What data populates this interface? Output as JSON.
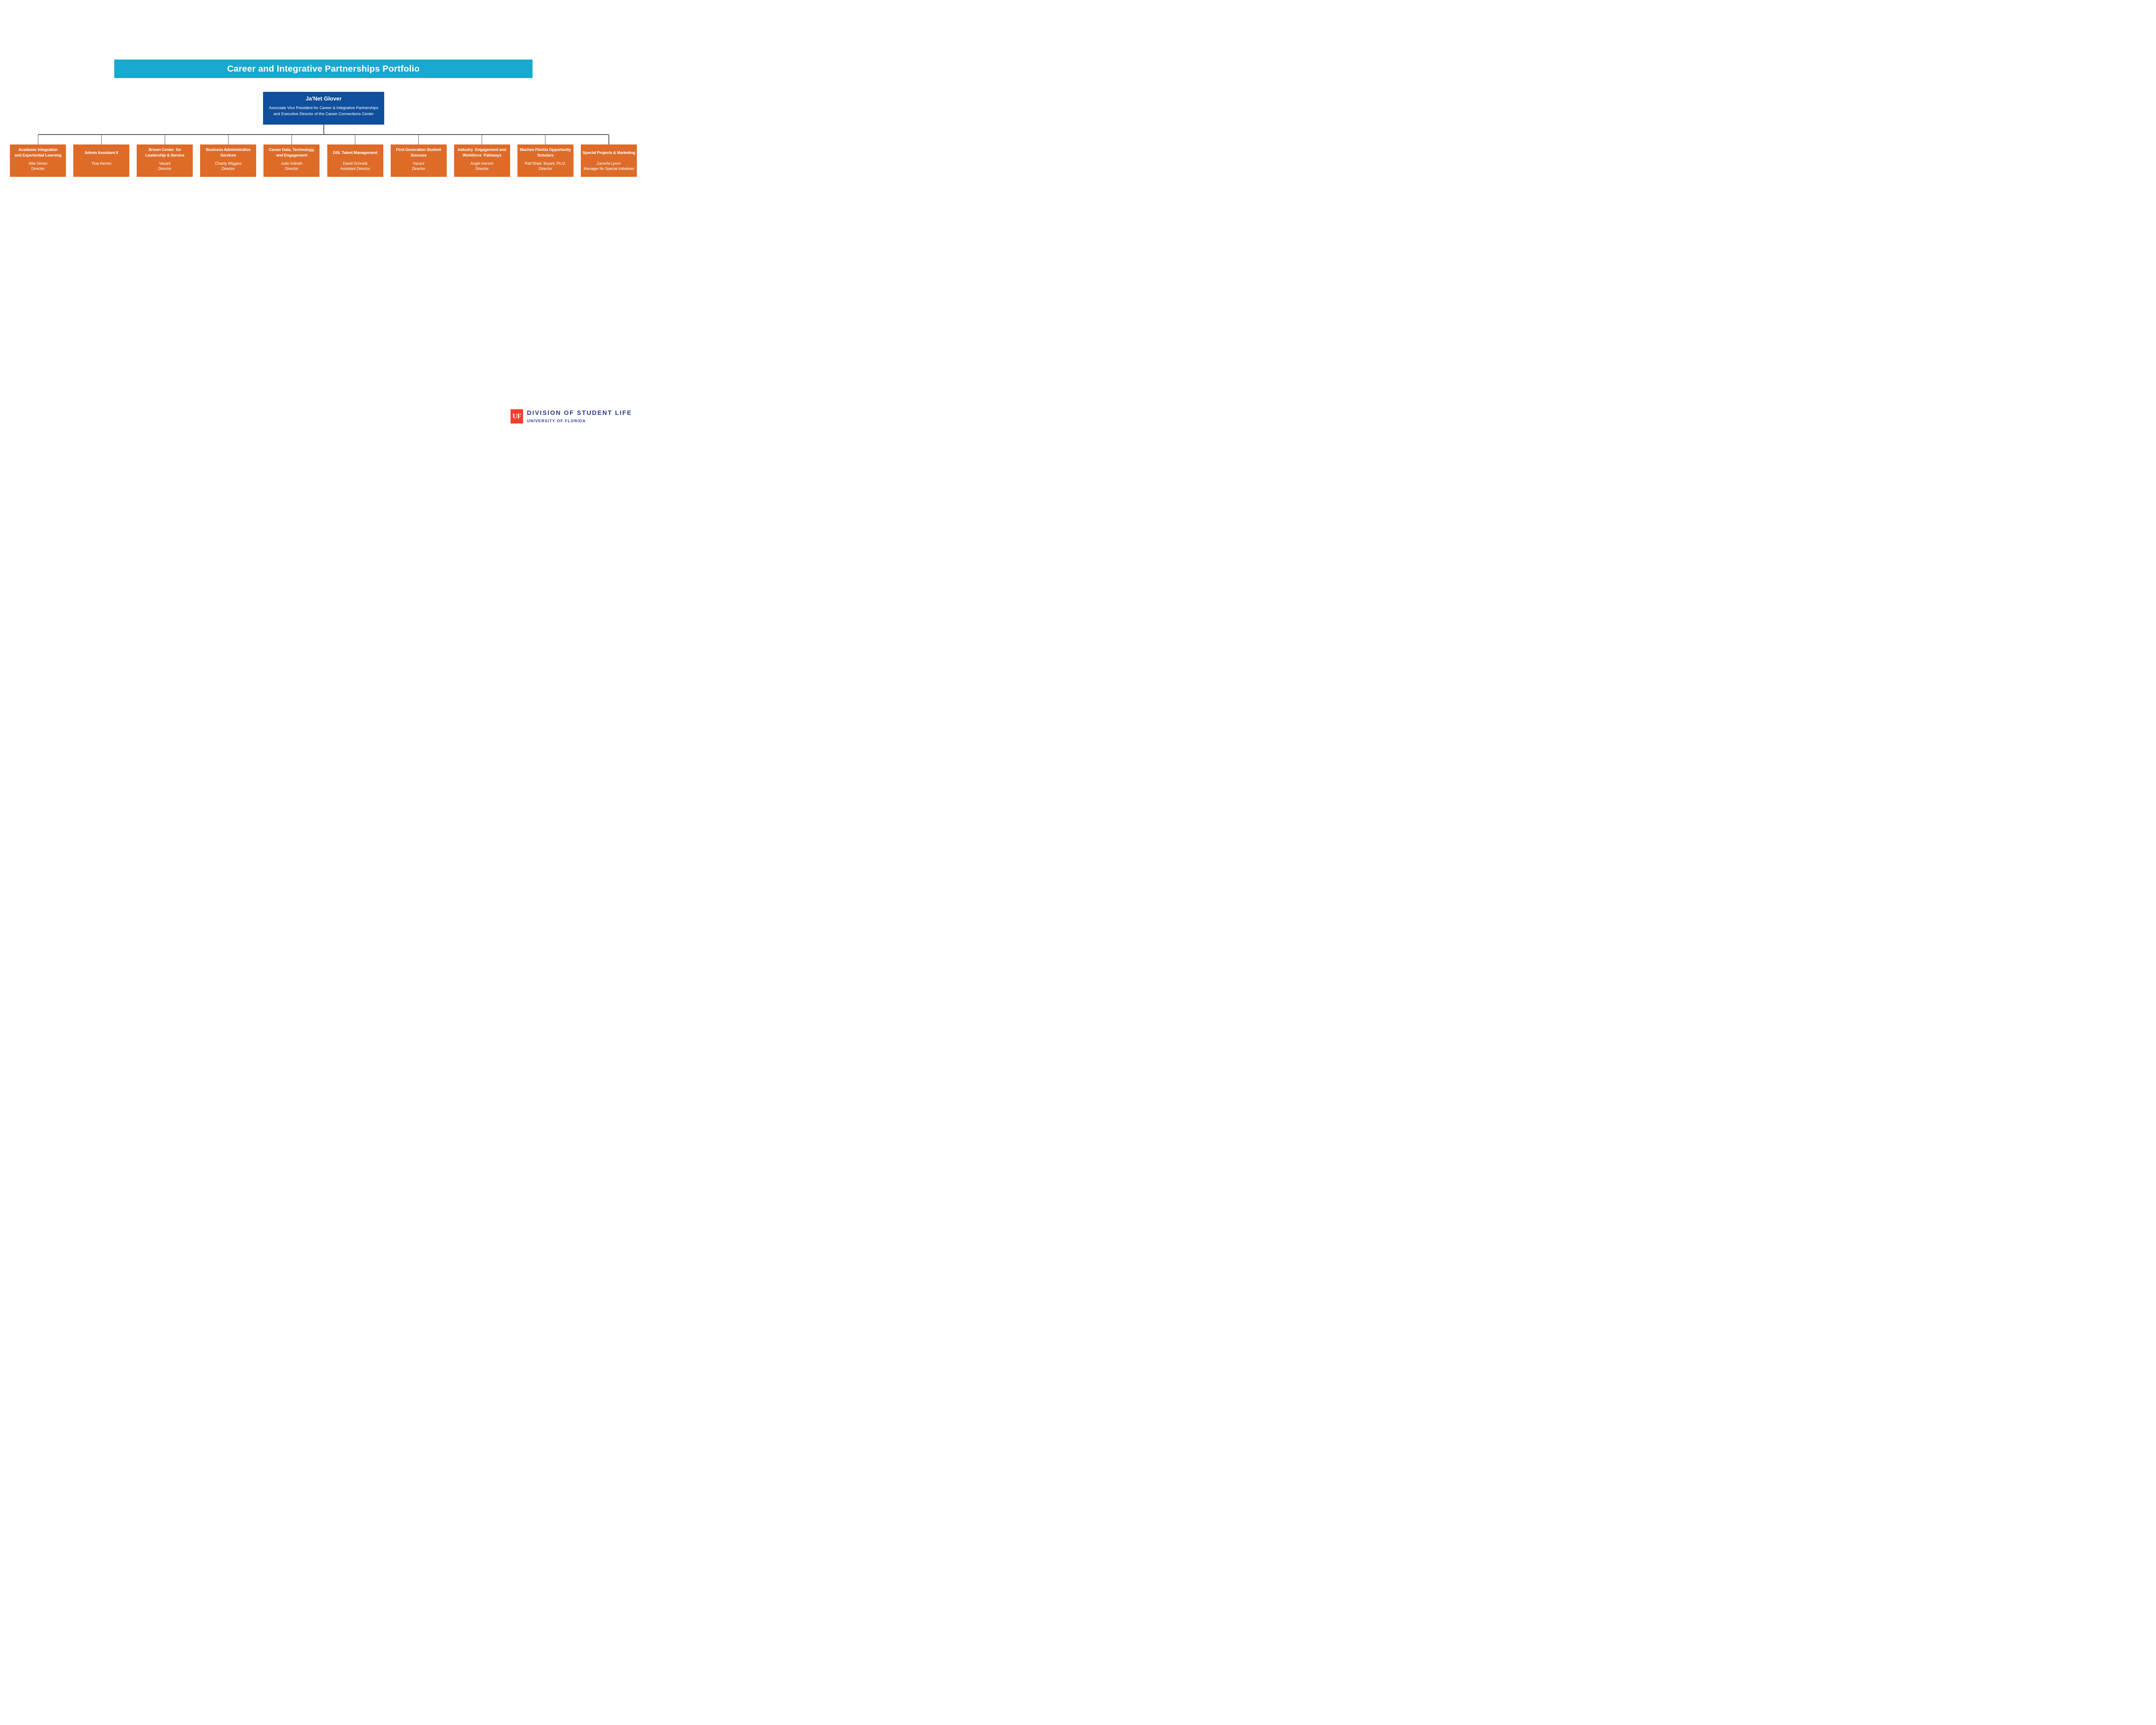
{
  "banner": {
    "title": "Career and Integrative Partnerships Portfolio"
  },
  "leader": {
    "name": "Ja'Net Glover",
    "title": "Associate Vice President for Career & Integrative Partnerships\nand Executive Director of the Career Connections Center"
  },
  "direct_reports": [
    {
      "unit": "Academic Integration\nand Experiential Learning",
      "person": "Allie Simon",
      "role": "Director"
    },
    {
      "unit": "Admin Assistant II",
      "person": "Tina Herren",
      "role": ""
    },
    {
      "unit": "Brown Center  for\nLeadership & Service",
      "person": "Vacant",
      "role": "Director"
    },
    {
      "unit": "Business Administrative\nServices",
      "person": "Charity Wiggins",
      "role": "Director"
    },
    {
      "unit": "Career Data, Technology,\nand Engagement",
      "person": "Julia Vollrath",
      "role": "Director"
    },
    {
      "unit": "DSL Talent Management",
      "person": "David Schmidt",
      "role": "Assistant Director"
    },
    {
      "unit": "First Generation Student\nSuccess",
      "person": "Vacant",
      "role": "Director"
    },
    {
      "unit": "Industry  Engagement and\nWorkforce  Pathways",
      "person": "Angel Iverson",
      "role": "Director"
    },
    {
      "unit": "Machen Florida Opportunity\nScholars",
      "person": "Rah’Shad  Bryant, Ph.D.",
      "role": "Director"
    },
    {
      "unit": "Special Projects & Marketing",
      "person": "Zanorfa Lynch",
      "role": "Manager for Special Initiatives"
    }
  ],
  "footer_logo": {
    "monogram": "UF",
    "line1": "DIVISION OF STUDENT LIFE",
    "line2": "UNIVERSITY OF FLORIDA"
  },
  "colors": {
    "banner_bg": "#19A8CF",
    "leader_bg": "#0F4F9C",
    "report_bg": "#DE6B28",
    "connector": "#58595B",
    "logo_red": "#F3402C",
    "logo_blue": "#283A8F"
  }
}
